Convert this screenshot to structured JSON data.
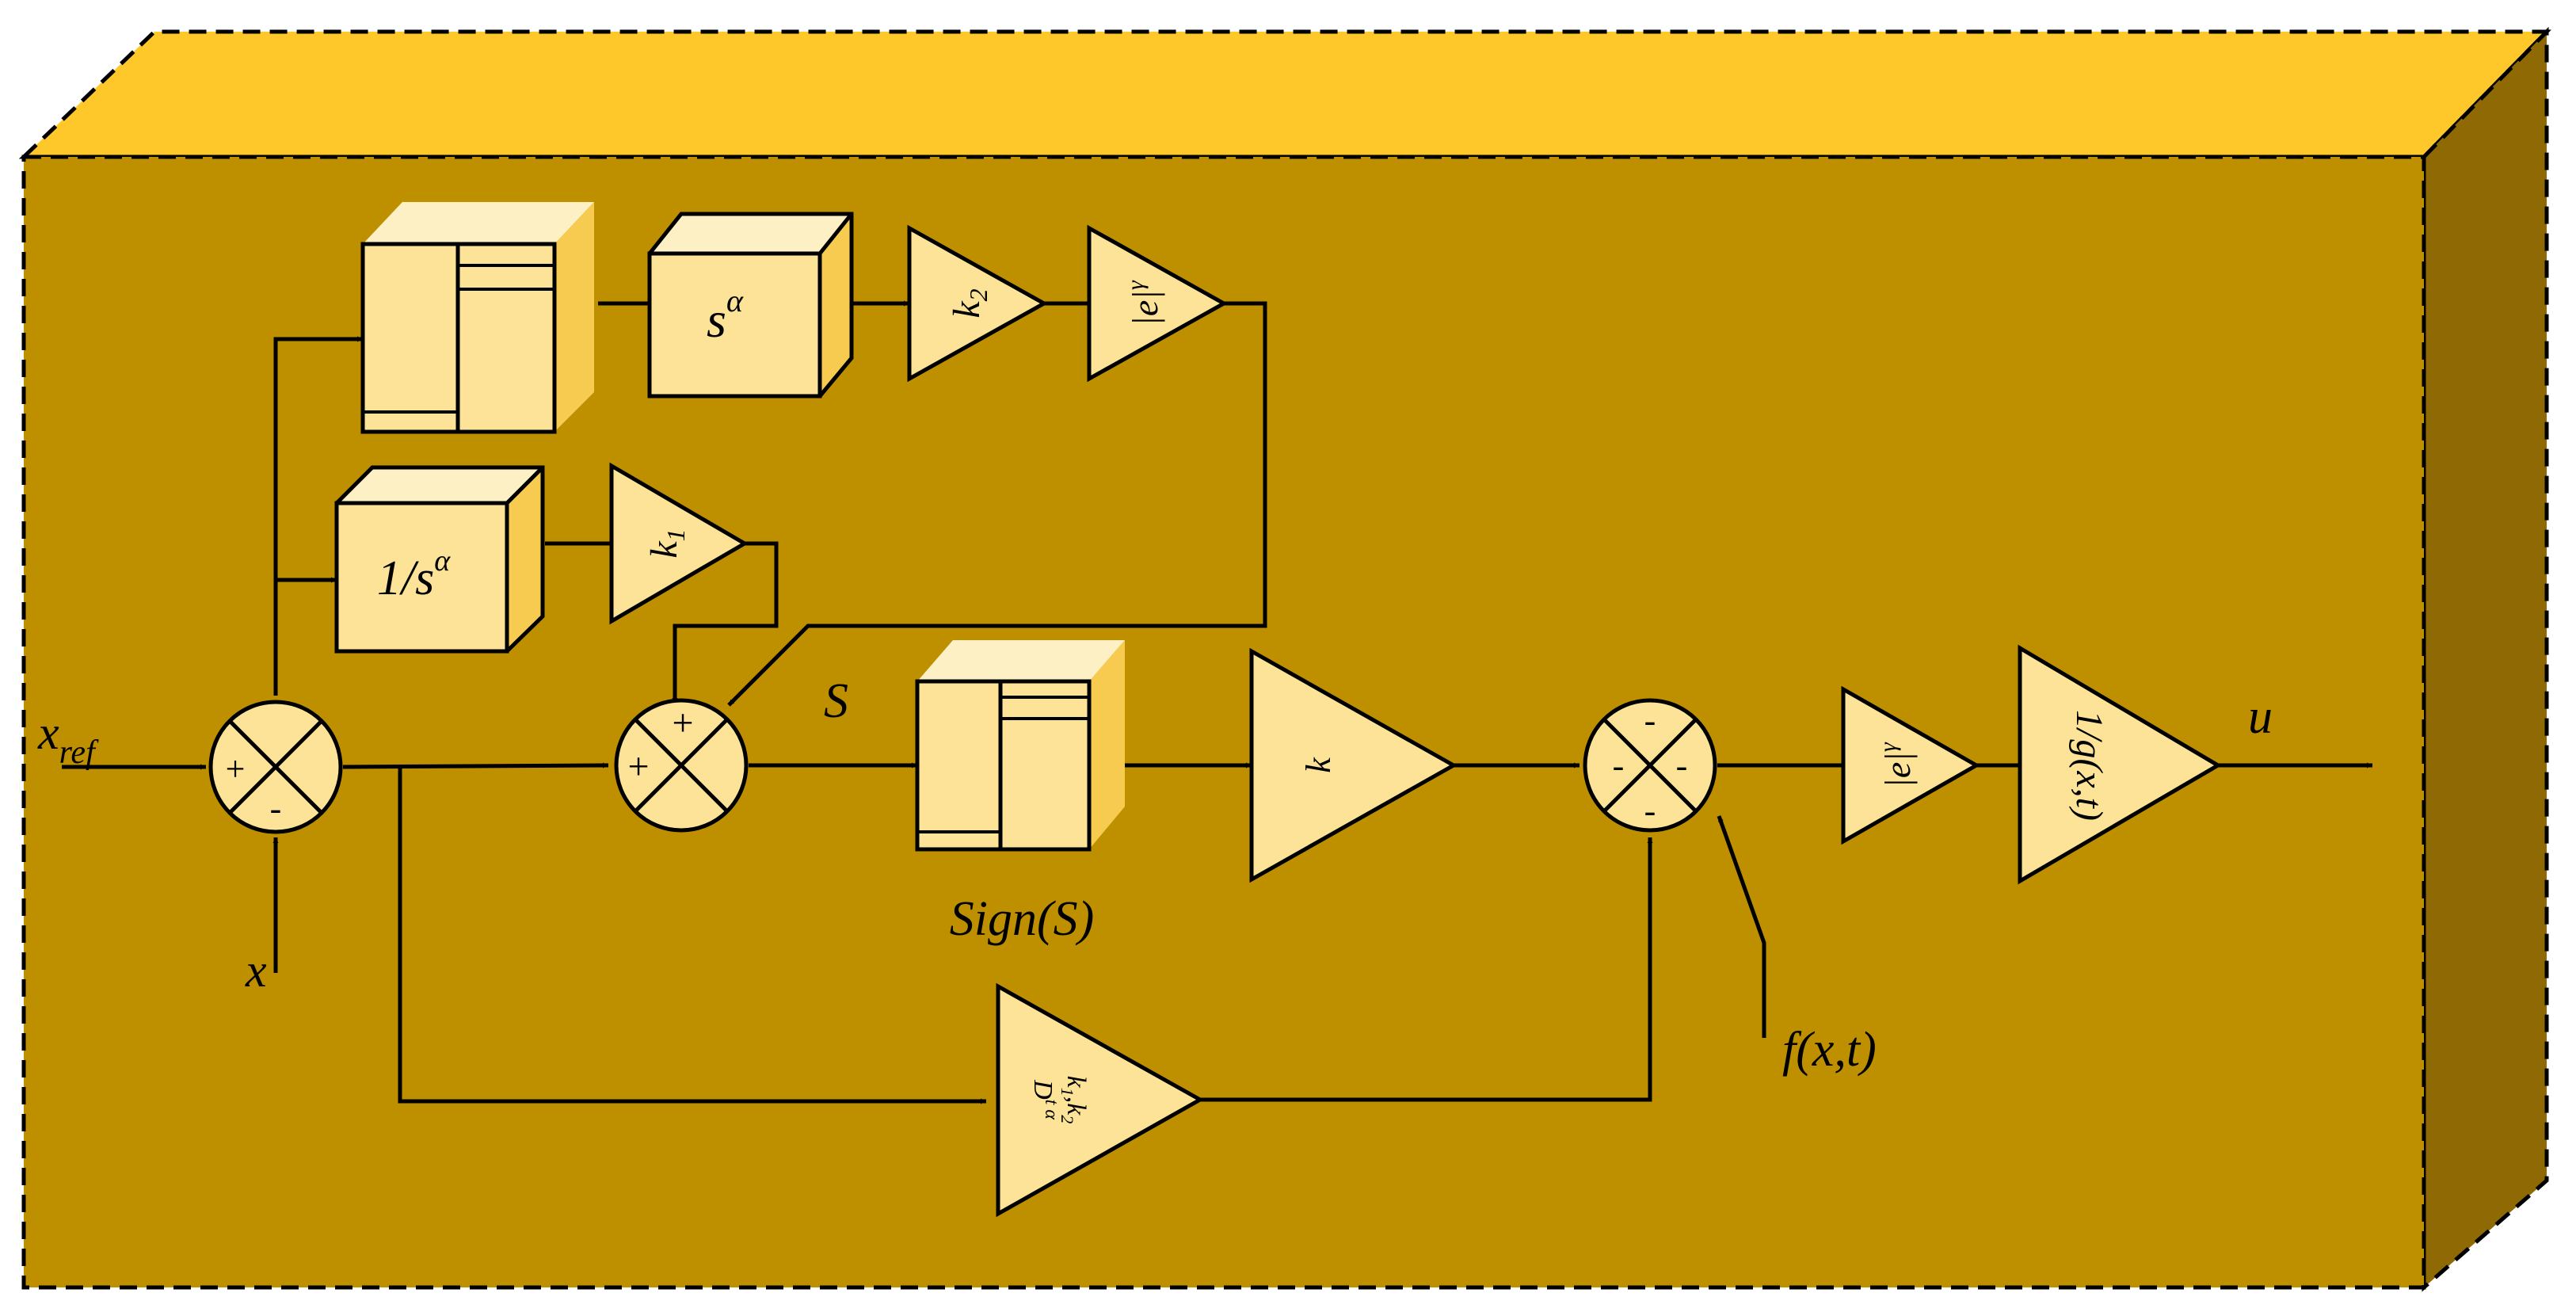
{
  "colors": {
    "box_front": "#BE9000",
    "box_top": "#FEC72A",
    "box_side": "#8F6A04",
    "block_fill": "#FCE397",
    "block_side": "#F7CB50",
    "block_top": "#FEF0C5",
    "line": "#000000"
  },
  "labels": {
    "x_ref_main": "x",
    "x_ref_sub": "ref",
    "x": "x",
    "S": "S",
    "sign_S": "Sign(S)",
    "u": "u",
    "f_xt": "f(x,t)"
  },
  "blocks": {
    "s_alpha_base": "s",
    "s_alpha_exp": "α",
    "inv_s_alpha_base": "1/s",
    "inv_s_alpha_exp": "α",
    "k2_base": "k",
    "k2_sub": "2",
    "k1_base": "k",
    "k1_sub": "1",
    "e_gamma_top_base": "|e|",
    "e_gamma_top_exp": "γ",
    "k_gain": "k",
    "e_gamma_bot_base": "|e|",
    "e_gamma_bot_exp": "γ",
    "inv_g": "1/g(x,t)",
    "d_line1_base": "D",
    "d_line1_exp": "t α",
    "d_line2": "k",
    "d_line2_sub": "1",
    "d_line2_sep": ",k",
    "d_line2_sub2": "2"
  },
  "signs": {
    "sum1_left": "+",
    "sum1_bottom": "-",
    "sum2_top": "+",
    "sum2_left": "+",
    "sum3_top": "-",
    "sum3_left": "-",
    "sum3_right": "-",
    "sum3_bottom": "-"
  }
}
